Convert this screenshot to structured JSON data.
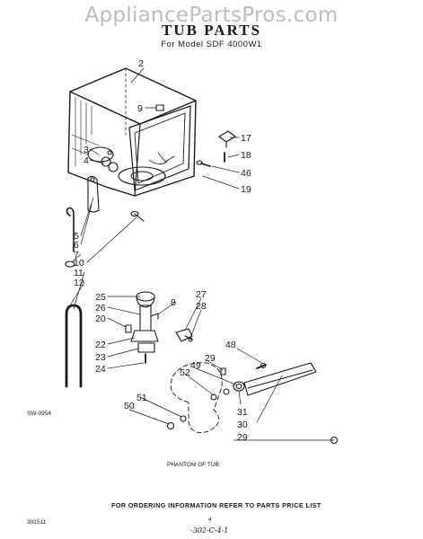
{
  "watermark": "AppliancePartsPros.com",
  "title": "TUB PARTS",
  "subtitle": "For Model SDF 4000W1",
  "diagram_code": "SW-0954",
  "phantom_label": "PHANTOM OF TUB",
  "footer": "FOR ORDERING INFORMATION REFER TO PARTS PRICE LIST",
  "left_code": "301511",
  "page_number": "4",
  "handwritten_code": "-302-C-4-1",
  "callouts": {
    "c2": "2",
    "c9": "9",
    "c17": "17",
    "c18": "18",
    "c46": "46",
    "c19": "19",
    "c3": "3",
    "c4": "4",
    "c5": "5",
    "c6": "6",
    "c7": "7",
    "c10": "10",
    "c11": "11",
    "c12": "12",
    "c25": "25",
    "c26": "26",
    "c20": "20",
    "c22": "22",
    "c23": "23",
    "c24": "24",
    "c8": "8",
    "c27": "27",
    "c28": "28",
    "c48": "48",
    "c29a": "29",
    "c49": "49",
    "c52": "52",
    "c31": "31",
    "c30": "30",
    "c29b": "29",
    "c51": "51",
    "c50": "50"
  }
}
